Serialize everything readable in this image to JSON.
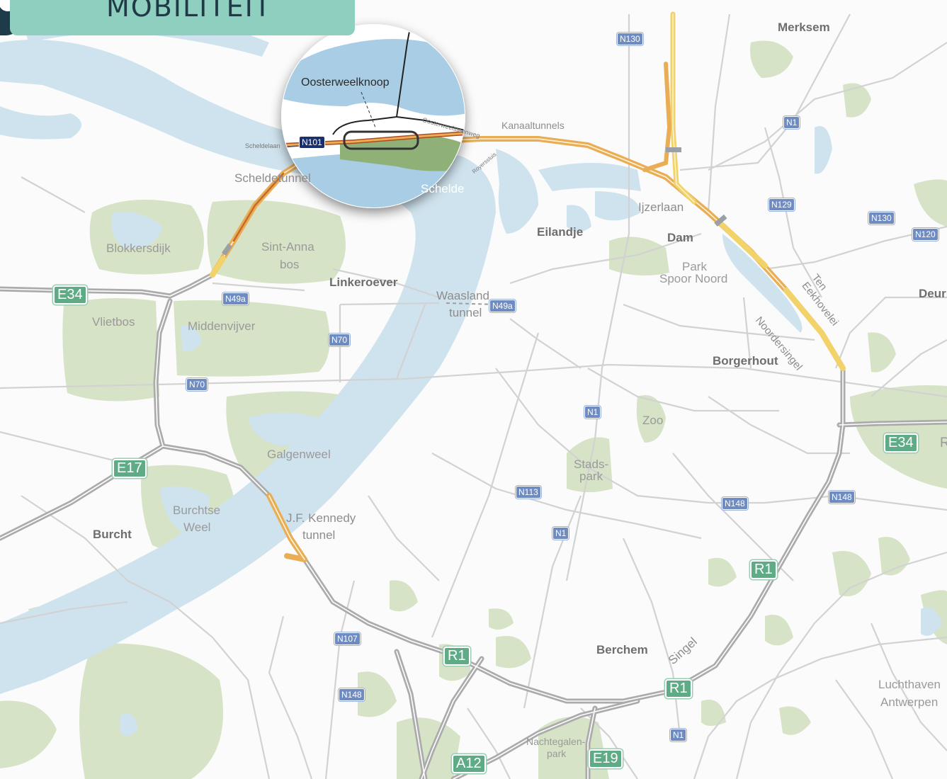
{
  "header": {
    "title": "MOBILITEIT"
  },
  "colors": {
    "water": "#cfe3ee",
    "green": "#d6e3c6",
    "road": "#cfcfcf",
    "ring": "#a9a9a9",
    "route_orange": "#e9ad55",
    "route_yellow": "#f1d36a",
    "badge_n": "#6f8cc2",
    "badge_e": "#5eab86",
    "header_tab": "#8fcfc0"
  },
  "districts": {
    "merksem": "Merksem",
    "eilandje": "Eilandje",
    "dam": "Dam",
    "linkeroever": "Linkeroever",
    "borgerhout": "Borgerhout",
    "burcht": "Burcht",
    "berchem": "Berchem",
    "deurne": "Deurn"
  },
  "areas": {
    "blokkersdijk": "Blokkersdijk",
    "sint_anna_1": "Sint-Anna",
    "sint_anna_2": "bos",
    "vlietbos": "Vlietbos",
    "middenvijver": "Middenvijver",
    "galgenweel": "Galgenweel",
    "burchtse_1": "Burchtse",
    "burchtse_2": "Weel",
    "park_spoor_1": "Park",
    "park_spoor_2": "Spoor Noord",
    "zoo": "Zoo",
    "stadspark_1": "Stads-",
    "stadspark_2": "park",
    "nachtegalen_1": "Nachtegalen-",
    "nachtegalen_2": "park",
    "luchthaven_1": "Luchthaven",
    "luchthaven_2": "Antwerpen",
    "schelde": "Schelde"
  },
  "roads": {
    "scheldetunnel": "Scheldetunnel",
    "kanaaltunnels": "Kanaaltunnels",
    "ijzerlaan": "Ijzerlaan",
    "waasland_1": "Waasland",
    "waasland_2": "tunnel",
    "kennedy_1": "J.F. Kennedy",
    "kennedy_2": "tunnel",
    "noordersingel": "Noordersingel",
    "ten_eekhovelei": "Ten Eekhovelei",
    "singel": "Singel"
  },
  "inset": {
    "title": "Oosterweelknoop",
    "scheldelaan": "Scheldelaan",
    "oosterweelsteenweg": "Oosterweelsteenweg",
    "royerssluis": "Royerssluis",
    "n101": "N101"
  },
  "badges_n": [
    {
      "id": "n130-top",
      "label": "N130"
    },
    {
      "id": "n1-top",
      "label": "N1"
    },
    {
      "id": "n129",
      "label": "N129"
    },
    {
      "id": "n130-right",
      "label": "N130"
    },
    {
      "id": "n120",
      "label": "N120"
    },
    {
      "id": "n49a-left",
      "label": "N49a"
    },
    {
      "id": "n49a-right",
      "label": "N49a"
    },
    {
      "id": "n70-upper",
      "label": "N70"
    },
    {
      "id": "n70-lower",
      "label": "N70"
    },
    {
      "id": "n1-mid",
      "label": "N1"
    },
    {
      "id": "n113",
      "label": "N113"
    },
    {
      "id": "n148-mid",
      "label": "N148"
    },
    {
      "id": "n148-right",
      "label": "N148"
    },
    {
      "id": "n1-low",
      "label": "N1"
    },
    {
      "id": "n107",
      "label": "N107"
    },
    {
      "id": "n148-low",
      "label": "N148"
    },
    {
      "id": "n1-bottom",
      "label": "N1"
    }
  ],
  "badges_e": [
    {
      "id": "e34-left",
      "label": "E34"
    },
    {
      "id": "e34-right",
      "label": "E34"
    },
    {
      "id": "e17",
      "label": "E17"
    },
    {
      "id": "r1-center",
      "label": "R1"
    },
    {
      "id": "r1-right",
      "label": "R1"
    },
    {
      "id": "r1-bottom",
      "label": "R1"
    },
    {
      "id": "a12",
      "label": "A12"
    },
    {
      "id": "e19",
      "label": "E19"
    },
    {
      "id": "r-edge",
      "label": "R"
    }
  ]
}
